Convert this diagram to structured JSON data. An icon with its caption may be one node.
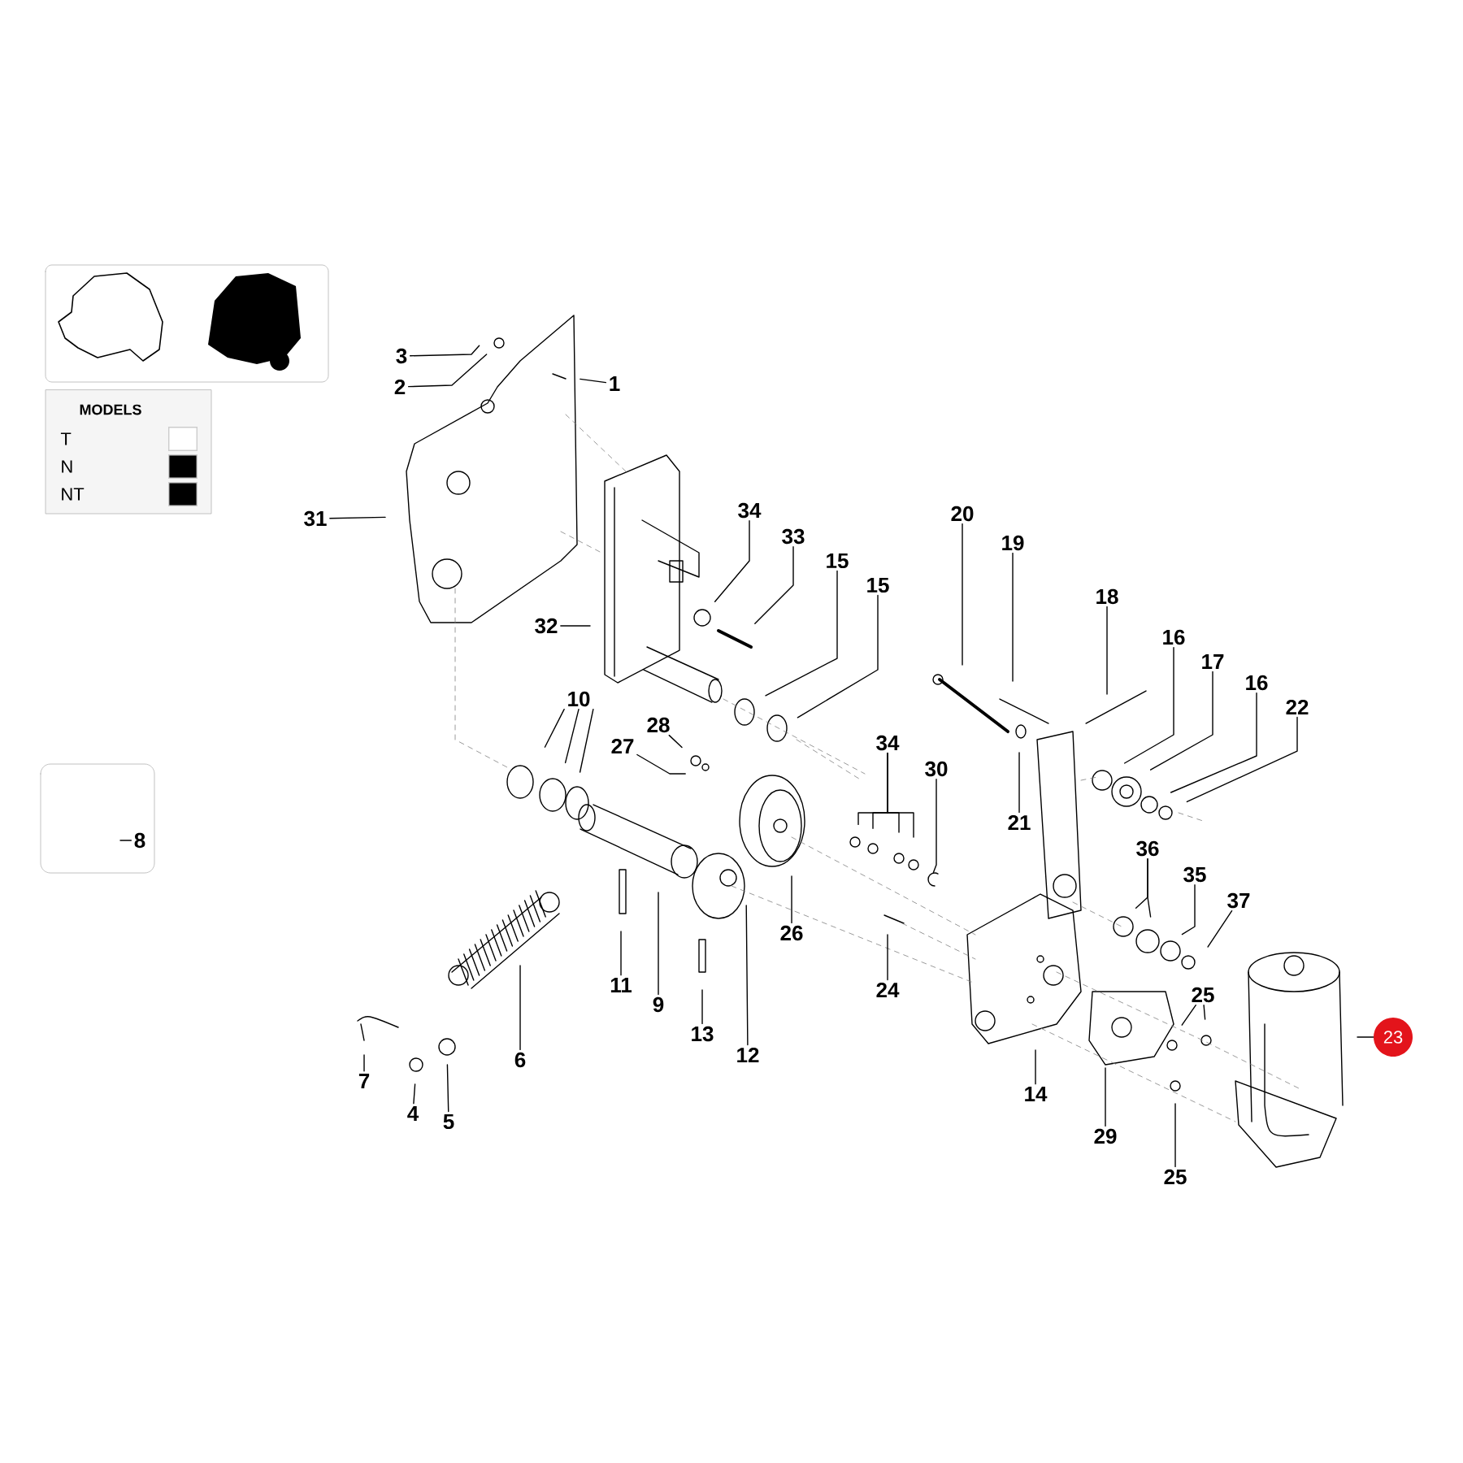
{
  "diagram": {
    "nodes": [
      {
        "text": [
          "3"
        ]
      },
      {
        "text": [
          "2"
        ]
      },
      {
        "text": [
          "1"
        ]
      },
      {
        "text": [
          "31"
        ]
      },
      {
        "text": [
          "34"
        ]
      },
      {
        "text": [
          "33"
        ]
      },
      {
        "text": [
          "15"
        ]
      },
      {
        "text": [
          "15"
        ]
      },
      {
        "text": [
          "20"
        ]
      },
      {
        "text": [
          "19"
        ]
      },
      {
        "text": [
          "18"
        ]
      },
      {
        "text": [
          "32"
        ]
      },
      {
        "text": [
          "16"
        ]
      },
      {
        "text": [
          "17"
        ]
      },
      {
        "text": [
          "16"
        ]
      },
      {
        "text": [
          "22"
        ]
      },
      {
        "text": [
          "10"
        ]
      },
      {
        "text": [
          "28"
        ]
      },
      {
        "text": [
          "27"
        ]
      },
      {
        "text": [
          "34"
        ]
      },
      {
        "text": [
          "30"
        ]
      },
      {
        "text": [
          "21"
        ]
      },
      {
        "text": [
          "8"
        ]
      },
      {
        "text": [
          "36"
        ]
      },
      {
        "text": [
          "35"
        ]
      },
      {
        "text": [
          "37"
        ]
      },
      {
        "text": [
          "26"
        ]
      },
      {
        "text": [
          "24"
        ]
      },
      {
        "text": [
          "11"
        ]
      },
      {
        "text": [
          "9"
        ]
      },
      {
        "text": [
          "25"
        ]
      },
      {
        "text": [
          "23"
        ]
      },
      {
        "text": [
          "13"
        ]
      },
      {
        "text": [
          "12"
        ]
      },
      {
        "text": [
          "6"
        ]
      },
      {
        "text": [
          "7"
        ]
      },
      {
        "text": [
          "14"
        ]
      },
      {
        "text": [
          "4"
        ]
      },
      {
        "text": [
          "5"
        ]
      },
      {
        "text": [
          "29"
        ]
      },
      {
        "text": [
          "25"
        ]
      }
    ],
    "edges": [
      {
        "from": 0,
        "to": null,
        "arrow": "none"
      },
      {
        "from": 1,
        "to": null,
        "arrow": "none"
      },
      {
        "from": 2,
        "to": null,
        "arrow": "none"
      },
      {
        "from": 3,
        "to": null,
        "arrow": "none"
      },
      {
        "from": 4,
        "to": null,
        "arrow": "none"
      },
      {
        "from": 5,
        "to": null,
        "arrow": "none"
      },
      {
        "from": 6,
        "to": null,
        "arrow": "none"
      },
      {
        "from": 7,
        "to": null,
        "arrow": "none"
      },
      {
        "from": 8,
        "to": null,
        "arrow": "none"
      },
      {
        "from": 9,
        "to": null,
        "arrow": "none"
      },
      {
        "from": 10,
        "to": null,
        "arrow": "none"
      },
      {
        "from": 11,
        "to": null,
        "arrow": "none"
      },
      {
        "from": 12,
        "to": null,
        "arrow": "none"
      },
      {
        "from": 13,
        "to": null,
        "arrow": "none"
      },
      {
        "from": 14,
        "to": null,
        "arrow": "none"
      },
      {
        "from": 15,
        "to": null,
        "arrow": "none"
      },
      {
        "from": 16,
        "to": null,
        "arrow": "none"
      },
      {
        "from": 16,
        "to": null,
        "arrow": "none"
      },
      {
        "from": 16,
        "to": null,
        "arrow": "none"
      },
      {
        "from": 17,
        "to": null,
        "arrow": "none"
      },
      {
        "from": 18,
        "to": null,
        "arrow": "none"
      },
      {
        "from": 19,
        "to": null,
        "arrow": "none"
      },
      {
        "from": 19,
        "to": null,
        "arrow": "none"
      },
      {
        "from": 19,
        "to": null,
        "arrow": "none"
      },
      {
        "from": 19,
        "to": null,
        "arrow": "none"
      },
      {
        "from": 20,
        "to": null,
        "arrow": "none"
      },
      {
        "from": 21,
        "to": null,
        "arrow": "none"
      },
      {
        "from": 22,
        "to": null,
        "arrow": "none"
      },
      {
        "from": 23,
        "to": null,
        "arrow": "none"
      },
      {
        "from": 23,
        "to": null,
        "arrow": "none"
      },
      {
        "from": 24,
        "to": null,
        "arrow": "none"
      },
      {
        "from": 25,
        "to": null,
        "arrow": "none"
      },
      {
        "from": 26,
        "to": null,
        "arrow": "none"
      },
      {
        "from": 27,
        "to": null,
        "arrow": "none"
      },
      {
        "from": 28,
        "to": null,
        "arrow": "none"
      },
      {
        "from": 29,
        "to": null,
        "arrow": "none"
      },
      {
        "from": 30,
        "to": null,
        "arrow": "none"
      },
      {
        "from": 30,
        "to": null,
        "arrow": "none"
      },
      {
        "from": 31,
        "to": null,
        "arrow": "none"
      },
      {
        "from": 32,
        "to": null,
        "arrow": "none"
      },
      {
        "from": 33,
        "to": null,
        "arrow": "none"
      },
      {
        "from": 34,
        "to": null,
        "arrow": "none"
      },
      {
        "from": 35,
        "to": null,
        "arrow": "none"
      },
      {
        "from": 36,
        "to": null,
        "arrow": "none"
      },
      {
        "from": 37,
        "to": null,
        "arrow": "none"
      },
      {
        "from": 38,
        "to": null,
        "arrow": "none"
      },
      {
        "from": 39,
        "to": null,
        "arrow": "none"
      },
      {
        "from": 40,
        "to": null,
        "arrow": "none"
      }
    ],
    "labels": [
      "MODELS"
    ],
    "legend": [
      {
        "text": "T",
        "color": "#ffffff"
      },
      {
        "text": "N",
        "color": "#000000"
      },
      {
        "text": "NT",
        "color": "#000000"
      }
    ]
  }
}
